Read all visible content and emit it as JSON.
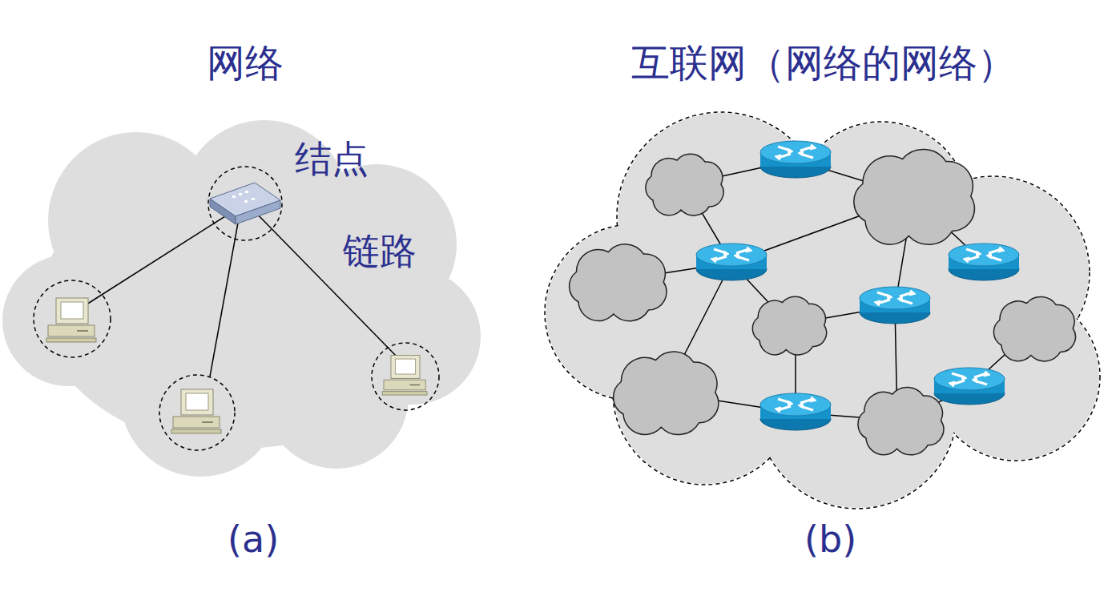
{
  "diagram": {
    "labels": [
      "网络",
      "结点",
      "链路",
      "(a)",
      "互联网（网络的网络）",
      "(b)"
    ]
  }
}
